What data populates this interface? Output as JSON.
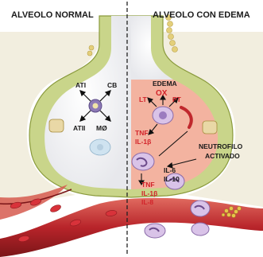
{
  "titles": {
    "left": "ALVEOLO NORMAL",
    "right": "ALVEOLO CON EDEMA"
  },
  "left_labels": {
    "ati": "ATI",
    "cb": "CB",
    "atii": "ATII",
    "mo": "MØ"
  },
  "right_labels": {
    "edema": "EDEMA",
    "lt": "LT",
    "ox": "OX",
    "pt": "PT",
    "tnf_1": "TNF",
    "il1b_1": "IL-1β",
    "il6": "IL-6",
    "il10": "IL-10",
    "tnf_2": "TNF",
    "il1b_2": "IL-1β",
    "il8": "IL-8",
    "neutrofilo_line1": "NEUTROFILO",
    "neutrofilo_line2": "ACTIVADO"
  },
  "colors": {
    "alveolar_wall": "#c9d58a",
    "wall_outline": "#8a9a3c",
    "edema_fluid": "#f3b3a0",
    "vessel_red": "#b8242a",
    "rbc": "#d8323a",
    "label_red": "#d2232a",
    "divider": "#222222"
  }
}
